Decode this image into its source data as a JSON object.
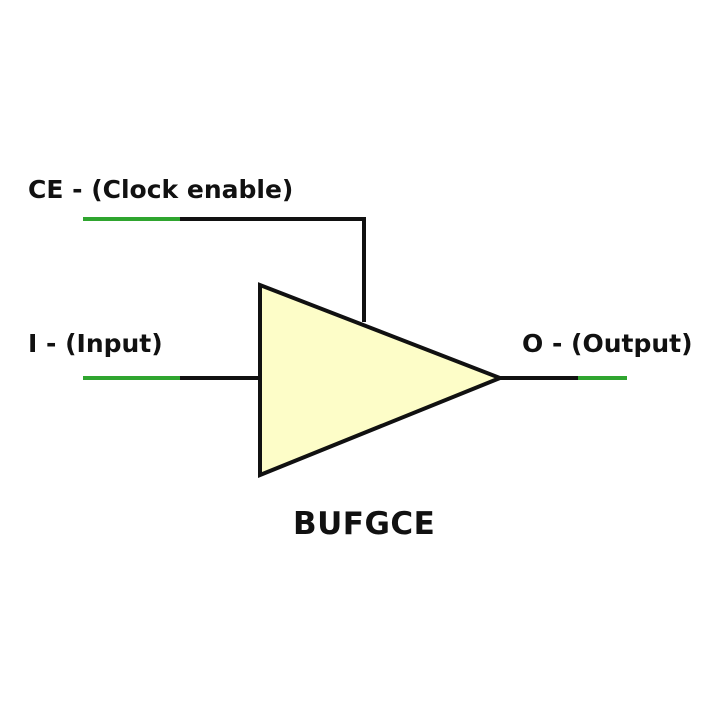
{
  "diagram": {
    "title": "BUFGCE",
    "ports": {
      "ce": {
        "label": "CE - (Clock enable)"
      },
      "i": {
        "label": "I - (Input)"
      },
      "o": {
        "label": "O - (Output)"
      }
    }
  },
  "colors": {
    "wire": "#111111",
    "port_stub": "#2fa52f",
    "buffer_fill": "#fdfdc8",
    "background": "#ffffff"
  }
}
